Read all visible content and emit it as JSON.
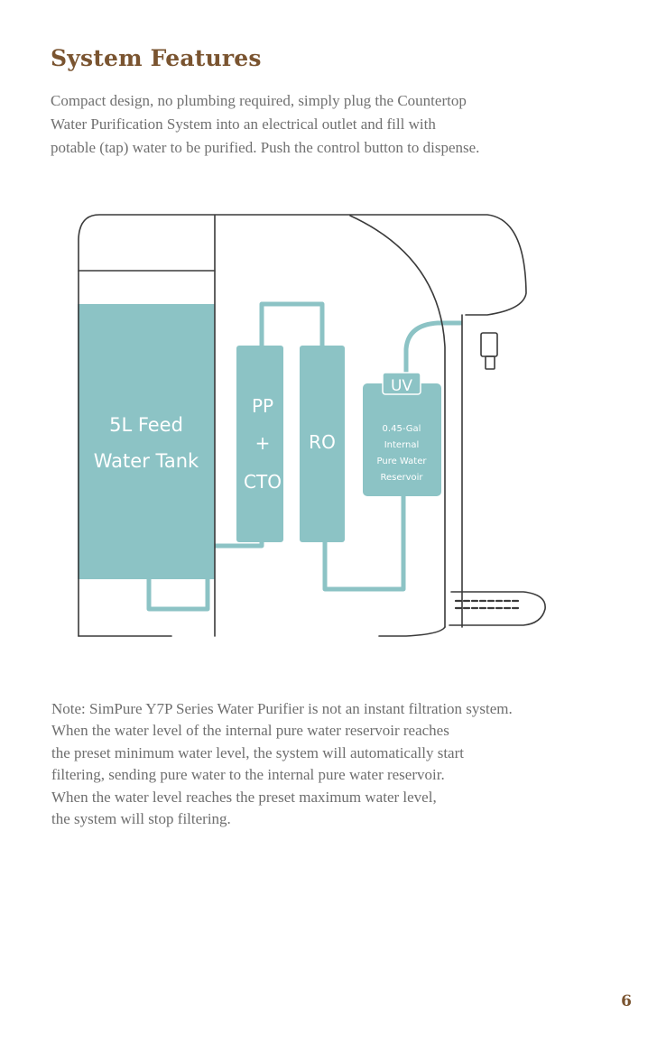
{
  "heading": "System Features",
  "intro_lines": [
    "Compact design, no plumbing required, simply plug the Countertop",
    "Water Purification System into an electrical outlet and fill with",
    "potable (tap) water to be purified. Push the control button to dispense."
  ],
  "diagram": {
    "tank_line1": "5L Feed",
    "tank_line2": "Water Tank",
    "pp_label": "PP",
    "plus_label": "+",
    "cto_label": "CTO",
    "ro_label": "RO",
    "uv_label": "UV",
    "reservoir_lines": [
      "0.45-Gal",
      "Internal",
      "Pure Water",
      "Reservoir"
    ],
    "colors": {
      "teal": "#8cc3c5",
      "outline": "#3a3a3a"
    }
  },
  "note_lines": [
    "Note: SimPure Y7P Series Water Purifier is not an instant filtration system.",
    "When the water level of the internal pure water reservoir reaches",
    "the preset minimum water level, the system will automatically start",
    "filtering, sending pure water to the internal pure water reservoir.",
    "When the water level reaches the preset maximum water level,",
    "the system will stop filtering."
  ],
  "page_number": "6"
}
